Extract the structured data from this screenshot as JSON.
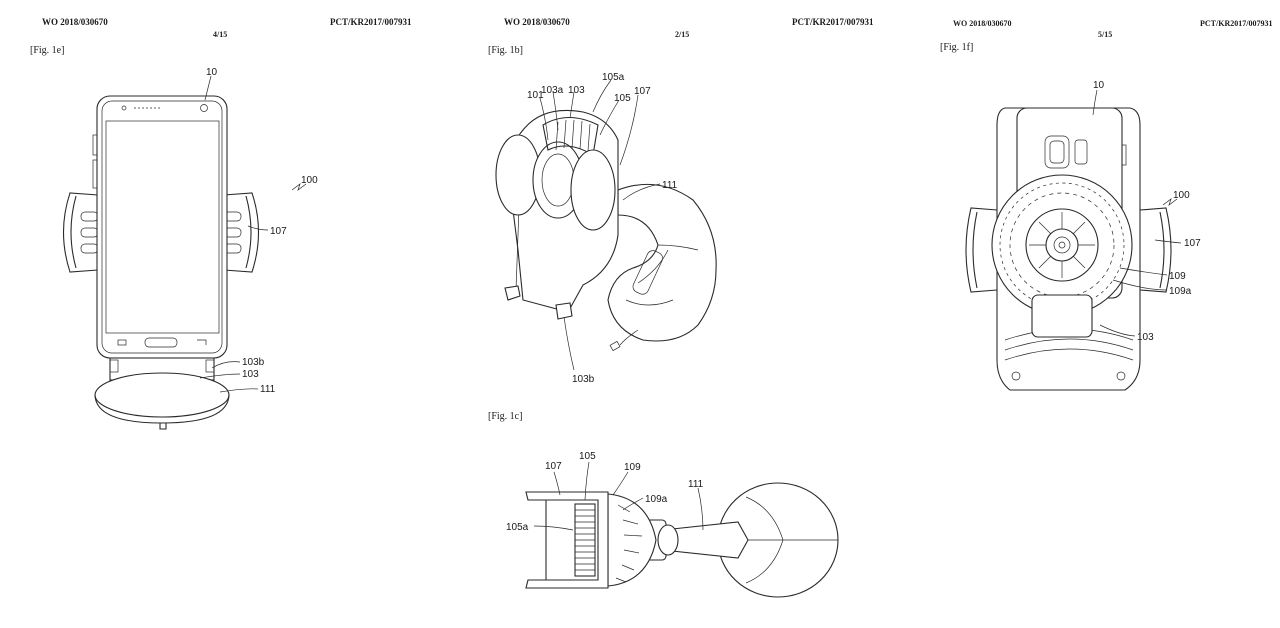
{
  "sheets": [
    {
      "pub_number": "WO 2018/030670",
      "app_number": "PCT/KR2017/007931",
      "page": "4/15",
      "figure": "[Fig. 1e]",
      "labels": {
        "r10": "10",
        "r100": "100",
        "r107": "107",
        "r103b": "103b",
        "r103": "103",
        "r111": "111"
      }
    },
    {
      "pub_number": "WO 2018/030670",
      "app_number": "PCT/KR2017/007931",
      "page": "2/15",
      "figure_b": "[Fig. 1b]",
      "figure_c": "[Fig. 1c]",
      "labels_b": {
        "r101": "101",
        "r103a": "103a",
        "r103": "103",
        "r105a": "105a",
        "r105": "105",
        "r107": "107",
        "r111": "111",
        "r103b": "103b"
      },
      "labels_c": {
        "r107": "107",
        "r105": "105",
        "r109": "109",
        "r109a": "109a",
        "r111": "111",
        "r105a": "105a"
      }
    },
    {
      "pub_number": "WO 2018/030670",
      "app_number": "PCT/KR2017/007931",
      "page": "5/15",
      "figure": "[Fig. 1f]",
      "labels": {
        "r10": "10",
        "r100": "100",
        "r107": "107",
        "r109": "109",
        "r109a": "109a",
        "r103": "103"
      }
    }
  ]
}
